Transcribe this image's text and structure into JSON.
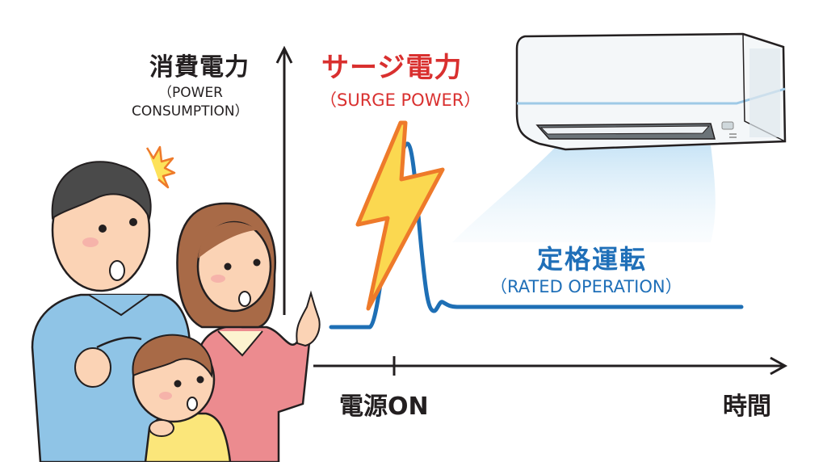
{
  "chart_data": {
    "type": "line",
    "title": "サージ電力 (SURGE POWER)",
    "ylabel": "消費電力 (POWER CONSUMPTION)",
    "xlabel": "時間",
    "x_ticks": [
      "電源ON"
    ],
    "annotations": [
      {
        "text": "サージ電力",
        "subtext": "(SURGE POWER)",
        "position": "peak"
      },
      {
        "text": "定格運転",
        "subtext": "(RATED OPERATION)",
        "position": "steady-state"
      }
    ],
    "series": [
      {
        "name": "power",
        "description": "low baseline, sharp spike just after power ON, small ringing, then flat rated level",
        "x": [
          0,
          0.1,
          0.16,
          0.2,
          0.23,
          0.26,
          0.28,
          0.3,
          1.0
        ],
        "values": [
          0.05,
          0.05,
          0.3,
          1.0,
          0.3,
          0.12,
          0.17,
          0.12,
          0.12
        ]
      }
    ],
    "grid": false,
    "legend": "none"
  },
  "labels": {
    "y_axis_title": "消費電力",
    "y_axis_sub_line1": "（POWER",
    "y_axis_sub_line2": "CONSUMPTION）",
    "surge_title": "サージ電力",
    "surge_sub": "（SURGE POWER）",
    "rated_title": "定格運転",
    "rated_sub": "（RATED OPERATION）",
    "x_tick_power_on": "電源ON",
    "x_axis_title": "時間"
  },
  "colors": {
    "surge_red": "#d9302f",
    "rated_blue": "#1f6fb8",
    "line_blue": "#1e6fb5",
    "bolt_yellow": "#fbd850",
    "bolt_orange": "#ee7a2a",
    "axis_dark": "#231f20",
    "airflow_blue": "#bfe0f4"
  },
  "illustrations": {
    "icons": [
      "air-conditioner",
      "lightning-bolt",
      "surprise-burst",
      "family-father",
      "family-mother",
      "family-child"
    ]
  }
}
